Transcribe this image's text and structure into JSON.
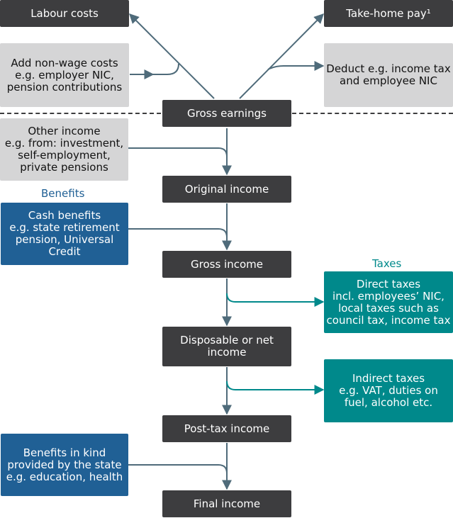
{
  "boxes": {
    "labour_costs": "Labour costs",
    "take_home_pay": "Take-home pay¹",
    "non_wage_costs": [
      "Add non-wage costs",
      "e.g. employer NIC,",
      "pension contributions"
    ],
    "deduct_income_tax": [
      "Deduct e.g. income tax",
      "and employee NIC"
    ],
    "gross_earnings": "Gross earnings",
    "other_income": [
      "Other income",
      "e.g. from: investment,",
      "self-employment,",
      "private pensions"
    ],
    "original_income": "Original income",
    "cash_benefits": [
      "Cash benefits",
      "e.g. state retirement",
      "pension, Universal",
      "Credit"
    ],
    "gross_income": "Gross income",
    "direct_taxes": [
      "Direct taxes",
      "incl. employees’ NIC,",
      "local taxes such as",
      "council tax, income tax"
    ],
    "disposable_income": [
      "Disposable or net",
      "income"
    ],
    "indirect_taxes": [
      "Indirect taxes",
      "e.g. VAT, duties on",
      "fuel, alcohol etc."
    ],
    "post_tax_income": "Post-tax income",
    "benefits_in_kind": [
      "Benefits in kind",
      "provided by the state",
      "e.g. education, health"
    ],
    "final_income": "Final income"
  },
  "labels": {
    "benefits": "Benefits",
    "taxes": "Taxes"
  },
  "colors": {
    "dark": "#3d3d3f",
    "grey": "#d5d5d6",
    "blue": "#206095",
    "teal": "#00898b",
    "arrow_slate": "#4f6b7a",
    "arrow_teal": "#00898b"
  }
}
